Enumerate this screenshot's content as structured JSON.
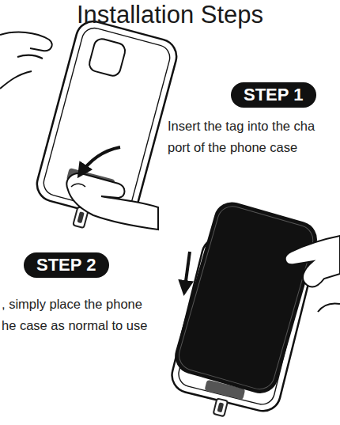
{
  "diagram": {
    "title": "Installation Steps",
    "nodes": [
      {
        "text": [
          "STEP 1"
        ]
      },
      {
        "text": [
          "STEP 2"
        ]
      }
    ],
    "labels": [
      "Insert the tag into the cha port of the phone case",
      ", simply place the phone he case as normal to use"
    ]
  }
}
